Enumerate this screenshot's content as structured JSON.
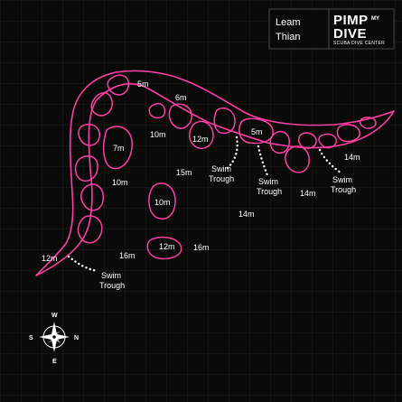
{
  "site": {
    "name_line1": "Leam",
    "name_line2": "Thian"
  },
  "brand": {
    "line1": "PIMP",
    "my": "MY",
    "line2": "DIVE",
    "tagline": "SCUBA DIVE CENTER"
  },
  "colors": {
    "background": "#0a0a0a",
    "grid": "#262626",
    "reef": "#ff3fa4",
    "text": "#ffffff"
  },
  "depths": [
    "5m",
    "6m",
    "7m",
    "10m",
    "12m",
    "5m",
    "10m",
    "15m",
    "10m",
    "12m",
    "16m",
    "16m",
    "14m",
    "14m",
    "12m",
    "14m"
  ],
  "swim_trough_labels": [
    {
      "line1": "Swim",
      "line2": "Trough"
    },
    {
      "line1": "Swim",
      "line2": "Trough"
    },
    {
      "line1": "Swim",
      "line2": "Trough"
    },
    {
      "line1": "Swim",
      "line2": "Trough"
    }
  ],
  "compass": {
    "n": "N",
    "s": "S",
    "e": "E",
    "w": "W"
  }
}
